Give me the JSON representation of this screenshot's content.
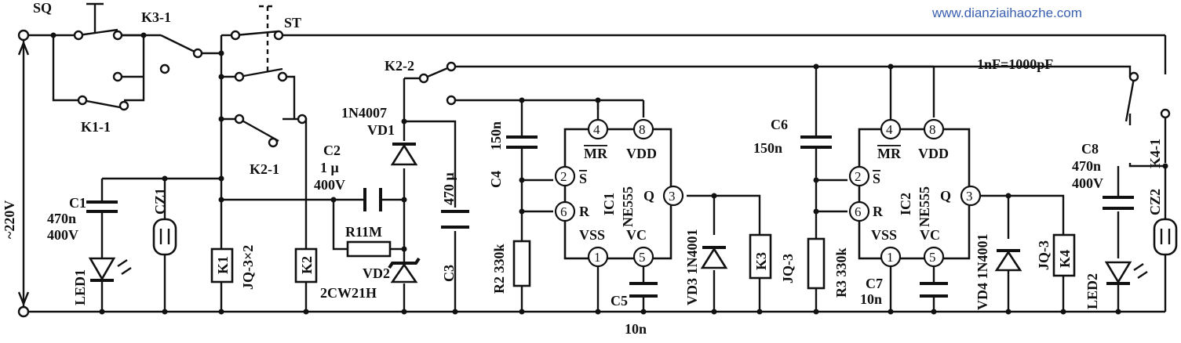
{
  "watermark": "www.dianziaihaozhe.com",
  "note": "1nF=1000pF",
  "switches": {
    "sq": "SQ",
    "k3_1": "K3-1",
    "st": "ST",
    "k1_1": "K1-1",
    "k2_1": "K2-1",
    "k2_2": "K2-2",
    "k4_1": "K4-1"
  },
  "supply": "~220V",
  "parts": {
    "c1_name": "C1",
    "c1_cap": "470n",
    "c1_volt": "400V",
    "led1": "LED1",
    "cz1": "CZ1",
    "k1": "K1",
    "jq3x2": "JQ-3×2",
    "k2": "K2",
    "c2_name": "C2",
    "c2_cap": "1 μ",
    "c2_volt": "400V",
    "r1": "R11M",
    "vd1_type": "1N4007",
    "vd1": "VD1",
    "vd2": "VD2",
    "vd2_type": "2CW21H",
    "c3_name": "C3",
    "c3_cap": "470 μ",
    "c4_name": "C4",
    "c4_cap": "150n",
    "r2": "R2 330k",
    "c5": "C5",
    "c5_cap": "10n",
    "vd3": "VD3 1N4001",
    "k3": "K3",
    "k3_type": "JQ-3",
    "c6_name": "C6",
    "c6_cap": "150n",
    "r3": "R3 330k",
    "c7": "C7",
    "c7_cap": "10n",
    "vd4": "VD4 1N4001",
    "k4": "K4",
    "k4_type": "JQ-3",
    "c8_name": "C8",
    "c8_cap": "470n",
    "c8_volt": "400V",
    "led2": "LED2",
    "cz2": "CZ2"
  },
  "ic1": {
    "name": "IC1",
    "type": "NE555",
    "mr": "MR",
    "s": "S",
    "r": "R",
    "q": "Q",
    "vdd": "VDD",
    "vss": "VSS",
    "vc": "VC",
    "p4": "4",
    "p8": "8",
    "p2": "2",
    "p6": "6",
    "p3": "3",
    "p1": "1",
    "p5": "5"
  },
  "ic2": {
    "name": "IC2",
    "type": "NE555",
    "mr": "MR",
    "s": "S",
    "r": "R",
    "q": "Q",
    "vdd": "VDD",
    "vss": "VSS",
    "vc": "VC",
    "p4": "4",
    "p8": "8",
    "p2": "2",
    "p6": "6",
    "p3": "3",
    "p1": "1",
    "p5": "5"
  }
}
